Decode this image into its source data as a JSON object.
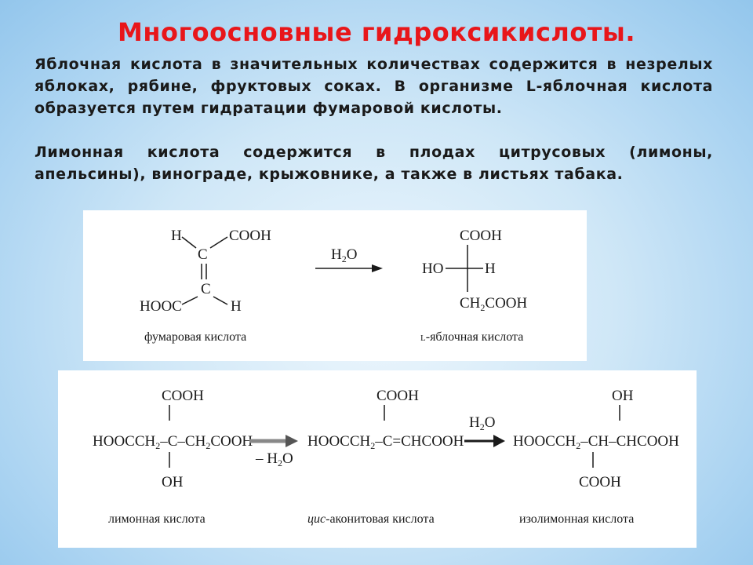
{
  "slide": {
    "title": "Многоосновные гидроксикислоты.",
    "paragraphs": [
      "Яблочная кислота в значительных количествах содержится в незрелых яблоках, рябине, фруктовых соках. В организме L-яблочная кислота образуется путем гидратации фумаровой кислоты.",
      "Лимонная кислота содержится в плодах цитрусовых (лимоны, апельсины), винограде, крыжовнике, а также в листьях табака."
    ]
  },
  "reaction1": {
    "fumaric": {
      "h_top": "H",
      "c_top": "C",
      "cooh_top": "COOH",
      "c_bottom": "C",
      "hooc_bottom": "HOOC",
      "h_bottom": "H"
    },
    "reagent": {
      "main": "H",
      "sub": "2",
      "tail": "O"
    },
    "malic": {
      "cooh_top": "COOH",
      "ho": "HO",
      "h": "H",
      "bottom_1": "CH",
      "bottom_sub": "2",
      "bottom_2": "COOH"
    },
    "caption_fumaric": "фумаровая кислота",
    "caption_malic_prefix": "L",
    "caption_malic": "-яблочная кислота"
  },
  "reaction2": {
    "citric": {
      "top": "COOH",
      "bottom": "OH"
    },
    "citric_chain": [
      "HOOCCH",
      "2",
      "–C–CH",
      "2",
      "COOH"
    ],
    "arrow1_label": [
      "– H",
      "2",
      "O"
    ],
    "aconitic": {
      "top": "COOH"
    },
    "aconitic_chain": [
      "HOOCCH",
      "2",
      "–C=CHCOOH"
    ],
    "arrow2_label": [
      "H",
      "2",
      "O"
    ],
    "isocitric": {
      "top": "OH",
      "bottom": "COOH"
    },
    "isocitric_chain": [
      "HOOCCH",
      "2",
      "–CH–CHCOOH"
    ],
    "caption_citric": "лимонная кислота",
    "caption_aconitic_italic": "цис",
    "caption_aconitic": "-аконитовая кислота",
    "caption_isocitric": "изолимонная кислота"
  }
}
